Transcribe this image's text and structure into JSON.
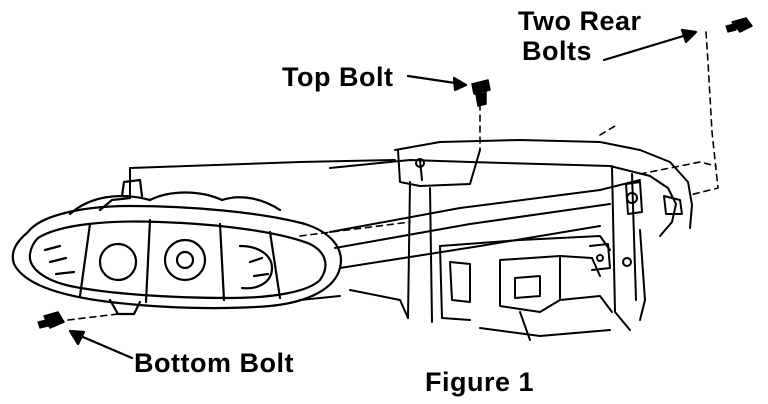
{
  "labels": {
    "rear_bolts_line1": "Two Rear",
    "rear_bolts_line2": "Bolts",
    "top_bolt": "Top Bolt",
    "bottom_bolt": "Bottom Bolt",
    "figure": "Figure 1"
  },
  "colors": {
    "ink": "#000000",
    "paper": "#ffffff"
  }
}
